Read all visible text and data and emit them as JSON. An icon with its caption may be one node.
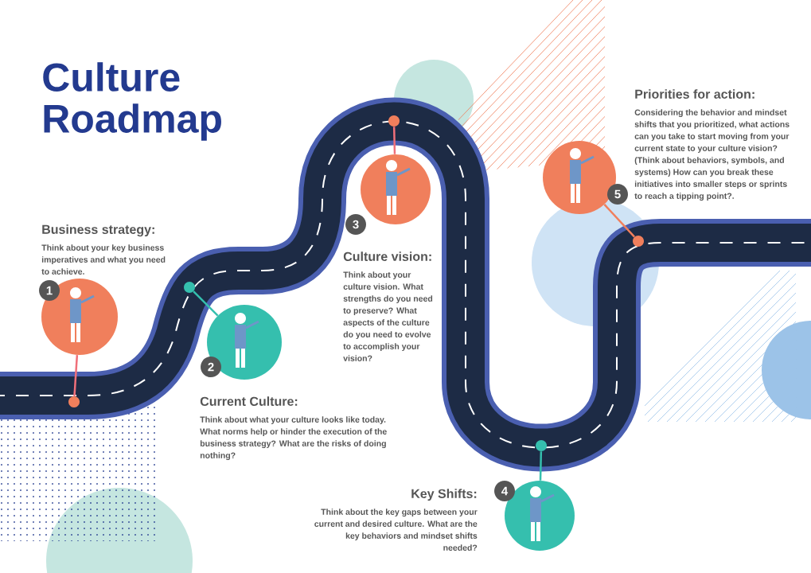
{
  "diagram": {
    "title": "Culture Roadmap",
    "nodes": [
      {
        "text": [
          "1"
        ],
        "beside": [
          "Business strategy:",
          "Think about your key business imperatives and what you need to achieve."
        ]
      },
      {
        "text": [
          "2"
        ],
        "beside": [
          "Current Culture:",
          "Think about what your culture looks like today. What norms help or hinder the execution of the business strategy? What are the risks of doing nothing?"
        ]
      },
      {
        "text": [
          "3"
        ],
        "beside": [
          "Culture vision:",
          "Think about your culture vision. What strengths do you need to preserve? What aspects of the culture do you need to evolve to accomplish your vision?"
        ]
      },
      {
        "text": [
          "4"
        ],
        "beside": [
          "Key Shifts:",
          "Think about the key gaps between your current and desired culture. What are the key behaviors and mindset shifts needed?"
        ]
      },
      {
        "text": [
          "5"
        ],
        "beside": [
          "Priorities for action:",
          "Considering the behavior and mindset shifts that you prioritized, what actions can you take to start moving from your current state to your culture vision? (Think about behaviors, symbols, and systems) How can you break these initiatives into smaller steps or sprints to reach a tipping point?."
        ]
      },
      {
        "text": [],
        "shape": "circle"
      },
      {
        "text": [],
        "shape": "circle"
      },
      {
        "text": [],
        "shape": "circle"
      },
      {
        "text": [],
        "shape": "circle"
      },
      {
        "text": [],
        "shape": "circle"
      }
    ],
    "edges": [
      {
        "from": 5,
        "to": 0,
        "arrow": "none",
        "color": "#f0707a"
      },
      {
        "from": 6,
        "to": 1,
        "arrow": "none",
        "color": "#35bfae"
      },
      {
        "from": 7,
        "to": 2,
        "arrow": "none",
        "color": "#f0707a"
      },
      {
        "from": 8,
        "to": 3,
        "arrow": "none",
        "color": "#35bfae"
      },
      {
        "from": 9,
        "to": 4,
        "arrow": "none",
        "color": "#f07f5c"
      }
    ]
  }
}
